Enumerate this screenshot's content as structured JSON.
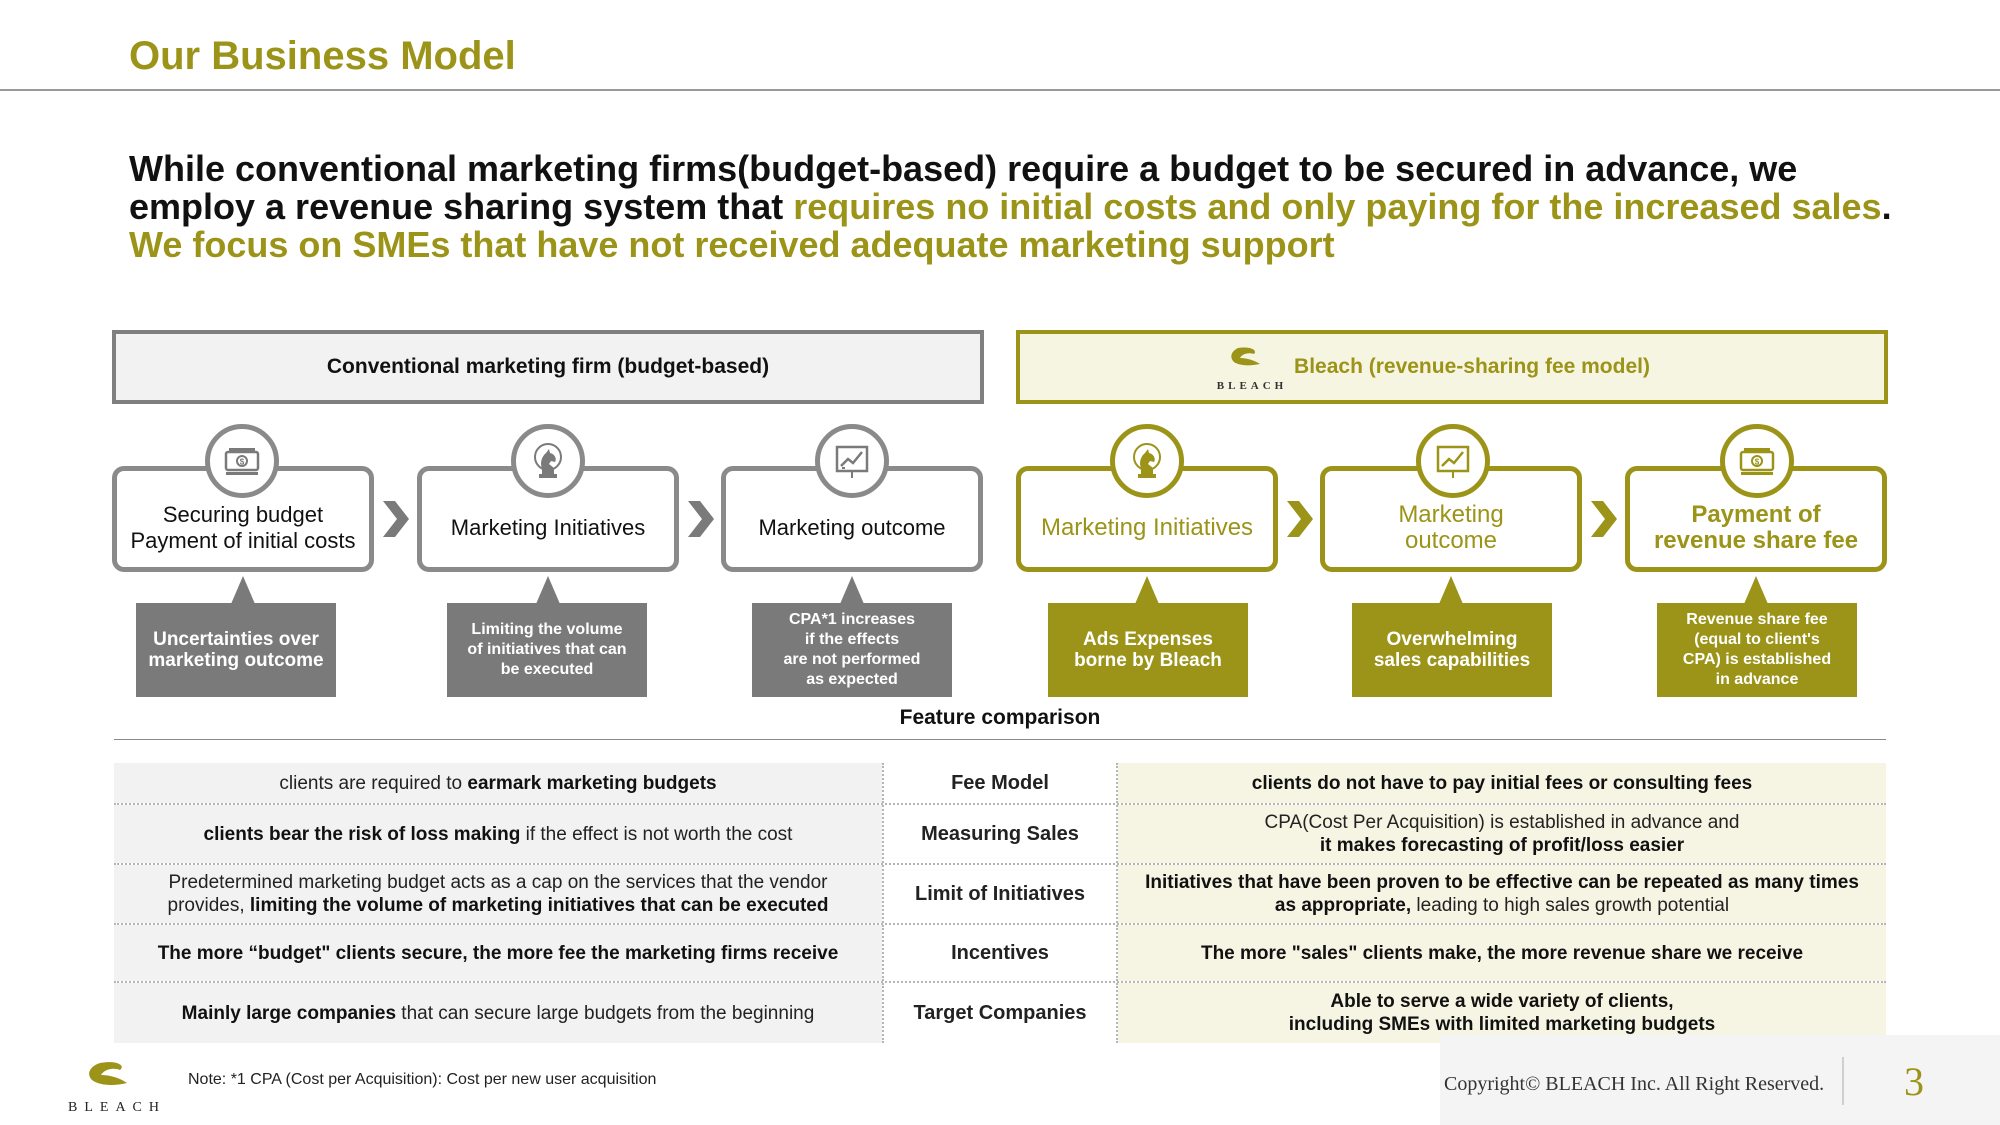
{
  "page": {
    "title": "Our Business Model",
    "page_number": "3",
    "copyright": "Copyright© BLEACH Inc. All Right Reserved.",
    "footnote": "Note: *1 CPA (Cost per Acquisition): Cost per new user acquisition",
    "logo_text": "BLEACH"
  },
  "headline": {
    "line1": "While conventional marketing firms(budget-based) require a budget to be secured in advance, we",
    "line2_plain": "employ a revenue sharing system that ",
    "line2_highlight": "requires no initial costs and only paying for the increased sales",
    "line2_end": ".",
    "line3_highlight": "We focus on SMEs that have not received adequate marketing support"
  },
  "conventional": {
    "header": "Conventional marketing firm (budget-based)",
    "steps": [
      {
        "line1": "Securing  budget",
        "line2": "Payment of initial costs",
        "icon": "money-icon"
      },
      {
        "line1": "Marketing Initiatives",
        "line2": "",
        "icon": "chess-knight-icon"
      },
      {
        "line1": "Marketing outcome",
        "line2": "",
        "icon": "chart-icon"
      }
    ],
    "notes": [
      {
        "lines": [
          "Uncertainties over",
          "marketing outcome"
        ]
      },
      {
        "lines": [
          "Limiting the volume",
          "of initiatives that can",
          "be executed"
        ]
      },
      {
        "lines": [
          "CPA*1 increases",
          "if the effects",
          "are not performed",
          "as expected"
        ]
      }
    ]
  },
  "bleach": {
    "header": "Bleach (revenue-sharing fee model)",
    "logo_text": "BLEACH",
    "steps": [
      {
        "line1": "Marketing Initiatives",
        "line2": "",
        "icon": "chess-knight-icon"
      },
      {
        "line1": "Marketing",
        "line2": "outcome",
        "icon": "chart-icon"
      },
      {
        "line1": "Payment of",
        "line2": "revenue share fee",
        "icon": "money-icon"
      }
    ],
    "notes": [
      {
        "lines": [
          "Ads Expenses",
          "borne by Bleach"
        ]
      },
      {
        "lines": [
          "Overwhelming",
          "sales capabilities"
        ]
      },
      {
        "lines": [
          "Revenue share fee",
          "(equal to client's",
          "CPA) is established",
          "in advance"
        ]
      }
    ]
  },
  "comparison": {
    "title": "Feature comparison",
    "rows": [
      {
        "left_plain": "clients are required to ",
        "left_bold": "earmark marketing budgets",
        "left_plain2": "",
        "mid": "Fee Model",
        "right_l1": "clients do not have to pay initial fees or consulting fees",
        "right_l2": ""
      },
      {
        "left_bold": "clients bear the risk of loss making",
        "left_plain": " if the effect is not worth the cost",
        "mid": "Measuring Sales",
        "right_l1": "CPA(Cost Per Acquisition) is established in advance and",
        "right_l2": "it makes forecasting of profit/loss easier"
      },
      {
        "left_l1": "Predetermined marketing budget acts as a cap on the services that the vendor",
        "left_l2_plain": "provides, ",
        "left_l2_bold": "limiting the volume of marketing initiatives that can be executed",
        "mid": "Limit of Initiatives",
        "right_l1": "Initiatives that have been proven to be effective can be repeated as many times",
        "right_l2_bold": "as appropriate,",
        "right_l2_plain": " leading to high sales growth potential"
      },
      {
        "left_bold": "The more “budget\" clients secure, the more fee the marketing firms receive",
        "mid": "Incentives",
        "right_bold": "The more \"sales\" clients make, the more revenue share we receive"
      },
      {
        "left_bold": "Mainly large companies",
        "left_plain": " that can secure large budgets from the beginning",
        "mid": "Target Companies",
        "right_l1": "Able to serve a wide variety of clients,",
        "right_l2": "including SMEs with limited marketing budgets"
      }
    ]
  },
  "colors": {
    "accent": "#9b9418",
    "gray_box": "#7a7a7a",
    "gray_border": "#8a8a8a"
  }
}
